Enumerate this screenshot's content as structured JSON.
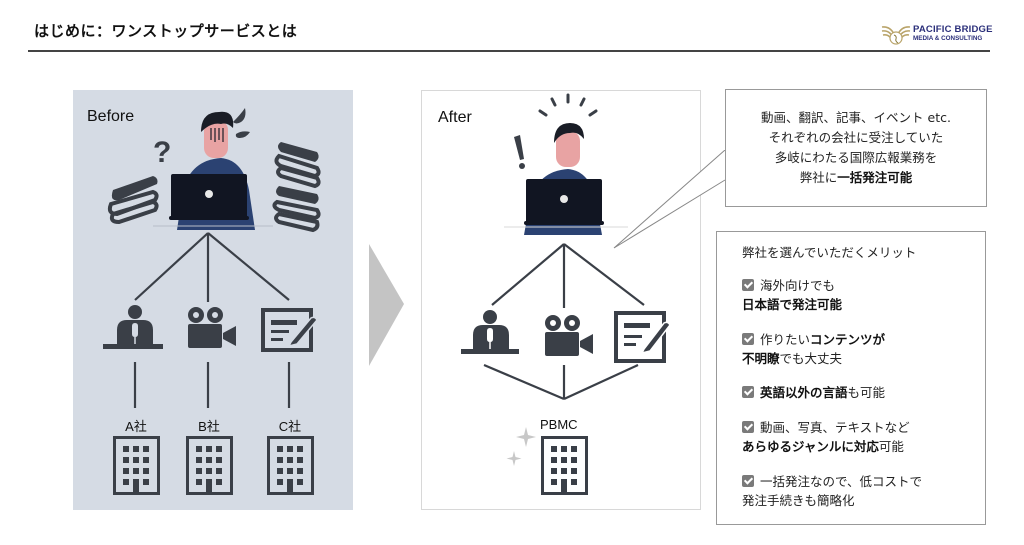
{
  "header": {
    "title": "はじめに：ワンストップサービスとは",
    "logo": {
      "line1": "PACIFIC BRIDGE",
      "line2": "MEDIA & CONSULTING",
      "brand_color": "#2b2f7a",
      "emblem_color": "#b9a46a"
    }
  },
  "before": {
    "label": "Before",
    "companies": [
      "A社",
      "B社",
      "C社"
    ],
    "services": [
      "presenter-icon",
      "video-camera-icon",
      "writing-icon"
    ]
  },
  "after": {
    "label": "After",
    "company": "PBMC",
    "services": [
      "presenter-icon",
      "video-camera-icon",
      "writing-icon"
    ]
  },
  "bubble": {
    "lines": [
      "動画、翻訳、記事、イベント etc.",
      "それぞれの会社に受注していた",
      "多岐にわたる国際広報業務を"
    ],
    "last_plain": "弊社に",
    "last_bold": "一括発注可能"
  },
  "merits": {
    "title": "弊社を選んでいただくメリット",
    "items": [
      {
        "l1_plain": "海外向けでも",
        "l1_bold": "",
        "l2_bold": "日本語で発注可能",
        "l2_plain": ""
      },
      {
        "l1_plain": "作りたい",
        "l1_bold": "コンテンツが",
        "l2_bold": "不明瞭",
        "l2_plain": "でも大丈夫"
      },
      {
        "l1_plain": "",
        "l1_bold": "英語以外の言語",
        "l1_tail": "も可能",
        "l2_bold": "",
        "l2_plain": ""
      },
      {
        "l1_plain": "動画、写真、テキストなど",
        "l1_bold": "",
        "l2_bold": "あらゆるジャンルに対応",
        "l2_plain": "可能"
      },
      {
        "l1_plain": "一括発注なので、低コストで",
        "l1_bold": "",
        "l2_bold": "",
        "l2_plain": "発注手続きも簡略化"
      }
    ]
  },
  "colors": {
    "before_bg": "#d5dbe4",
    "icon_dark": "#3a3f47",
    "shirt": "#2b4272",
    "laptop": "#111522",
    "skin": "#e8a3a3",
    "arrow": "#c4c4c4"
  }
}
